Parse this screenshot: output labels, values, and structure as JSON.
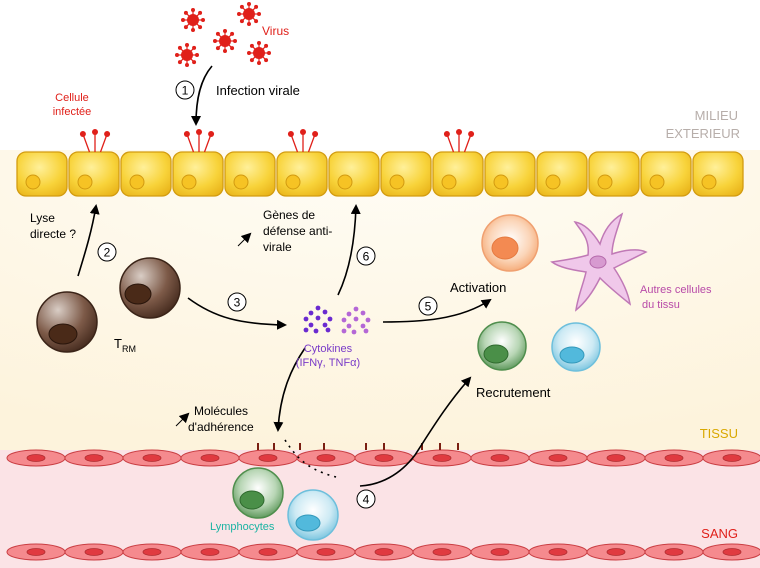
{
  "labels": {
    "virus": "Virus",
    "infected_cell_line1": "Cellule",
    "infected_cell_line2": "infectée",
    "infection": "Infection virale",
    "milieu_line1": "MILIEU",
    "milieu_line2": "EXTERIEUR",
    "lyse_line1": "Lyse",
    "lyse_line2": "directe ?",
    "genes_line1": "Gènes de",
    "genes_line2": "défense anti-",
    "genes_line3": "virale",
    "trm_main": "T",
    "trm_sub": "RM",
    "cytokines_line1": "Cytokines",
    "cytokines_line2": "(IFNγ, TNFα)",
    "activation": "Activation",
    "autres_line1": "Autres cellules",
    "autres_line2": "du tissu",
    "recrutement": "Recrutement",
    "molecules_line1": "Molécules",
    "molecules_line2": "d'adhérence",
    "tissu": "TISSU",
    "lymphocytes": "Lymphocytes",
    "sang": "SANG"
  },
  "steps": [
    "1",
    "2",
    "3",
    "4",
    "5",
    "6"
  ],
  "colors": {
    "virus": "#e0201a",
    "tissue_bg": "#fdf8ea",
    "blood_bg": "#fbe6e8",
    "epithelial_fill": "#f7cf2e",
    "epithelial_stroke": "#d39c10",
    "erythrocyte": "#e8464a",
    "trm_cell": "#5b3a29",
    "cytokine": "#7a3bc8",
    "orange_cell": "#f6a56a",
    "green_cell": "#4f9a4e",
    "blue_cell": "#6cc6e2",
    "tissue_cell": "#c866b8",
    "tissu_label": "#d9a800",
    "milieu_label": "#b7aeaa",
    "sang_label": "#e0201a",
    "lymphocytes_label": "#1bb3a3"
  }
}
